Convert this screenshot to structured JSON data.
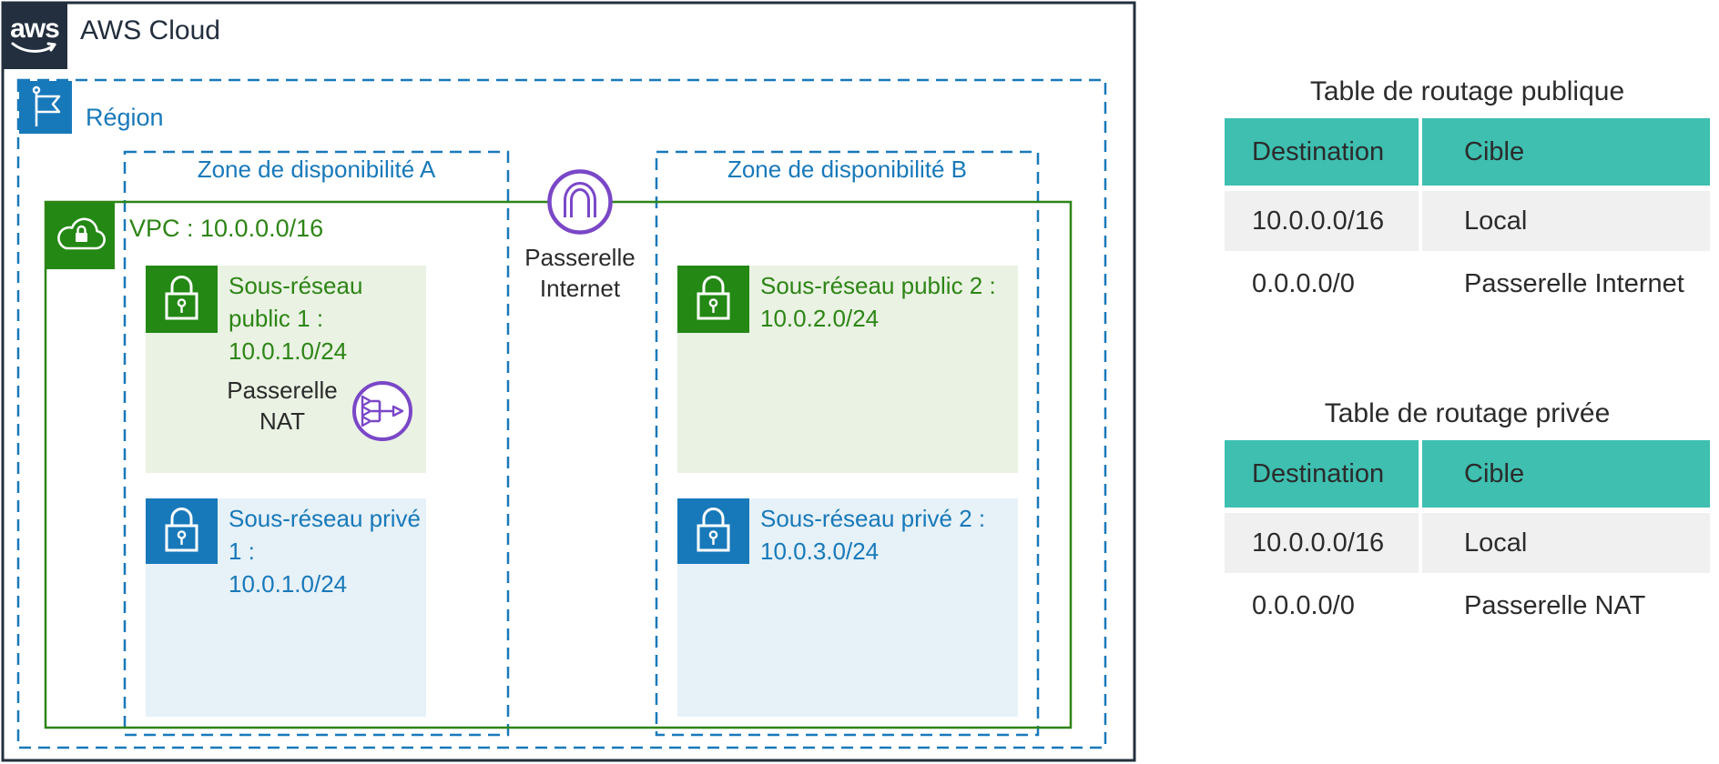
{
  "colors": {
    "frame_dark": "#232F3E",
    "green": "#2D8515",
    "green_icon_bg": "#248814",
    "public_subnet_bg": "#EAF2E3",
    "blue": "#1879BA",
    "private_subnet_bg": "#E6F1F8",
    "purple": "#7A47C8",
    "table_header_teal": "#3EBFB0",
    "table_row_gray": "#F0F0F0"
  },
  "diagram": {
    "aws_logo": "aws",
    "title": "AWS Cloud",
    "region_label": "Région",
    "zone_a_label": "Zone de disponibilité A",
    "zone_b_label": "Zone de disponibilité B",
    "vpc_label": "VPC : 10.0.0.0/16",
    "internet_gateway": {
      "line1": "Passerelle",
      "line2": "Internet"
    },
    "nat_gateway": {
      "line1": "Passerelle",
      "line2": "NAT"
    },
    "subnets": [
      {
        "id": "public-1",
        "title": "Sous-réseau public 1 :",
        "cidr": "10.0.1.0/24"
      },
      {
        "id": "private-1",
        "title": "Sous-réseau privé 1 :",
        "cidr": "10.0.1.0/24"
      },
      {
        "id": "public-2",
        "title": "Sous-réseau public 2 :",
        "cidr": "10.0.2.0/24"
      },
      {
        "id": "private-2",
        "title": "Sous-réseau privé 2 :",
        "cidr": "10.0.3.0/24"
      }
    ]
  },
  "route_tables": {
    "public": {
      "title": "Table de routage publique",
      "headers": [
        "Destination",
        "Cible"
      ],
      "rows": [
        [
          "10.0.0.0/16",
          "Local"
        ],
        [
          "0.0.0.0/0",
          "Passerelle Internet"
        ]
      ]
    },
    "private": {
      "title": "Table de routage privée",
      "headers": [
        "Destination",
        "Cible"
      ],
      "rows": [
        [
          "10.0.0.0/16",
          "Local"
        ],
        [
          "0.0.0.0/0",
          "Passerelle NAT"
        ]
      ]
    }
  }
}
